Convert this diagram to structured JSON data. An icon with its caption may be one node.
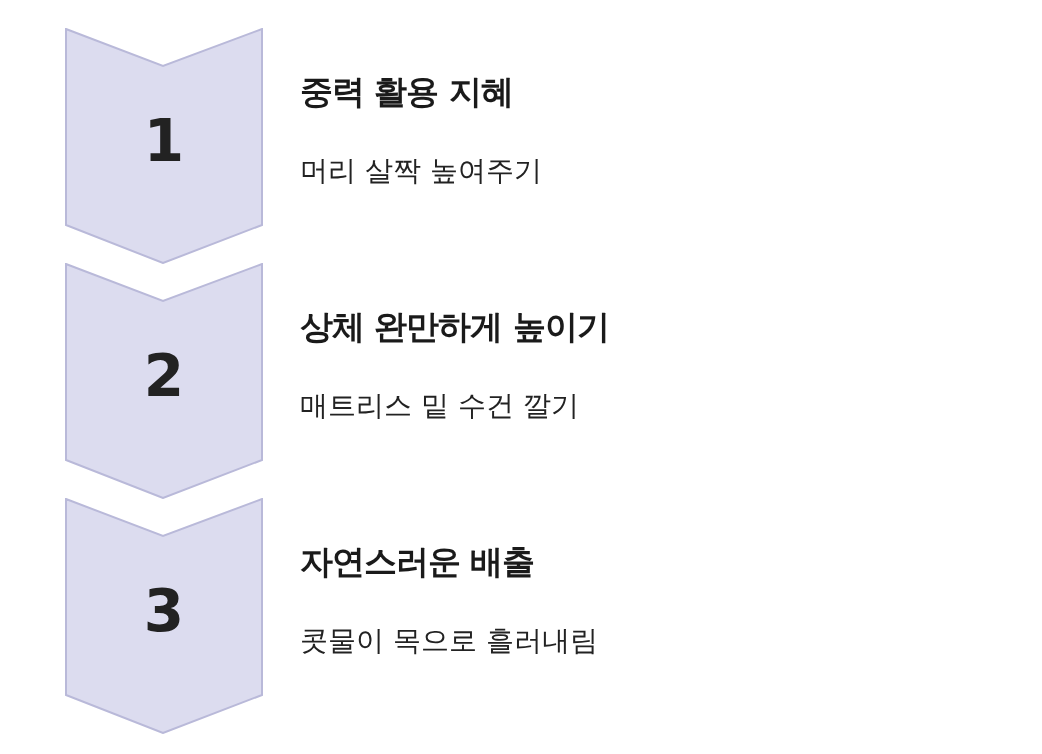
{
  "diagram": {
    "nodes": [
      {
        "text": [
          "1",
          "중력 활용 지혜",
          "머리 살짝 높여주기"
        ]
      },
      {
        "text": [
          "2",
          "상체 완만하게 높이기",
          "매트리스 밑 수건 깔기"
        ]
      },
      {
        "text": [
          "3",
          "자연스러운 배출",
          "콧물이 목으로 흘러내림"
        ]
      }
    ]
  }
}
